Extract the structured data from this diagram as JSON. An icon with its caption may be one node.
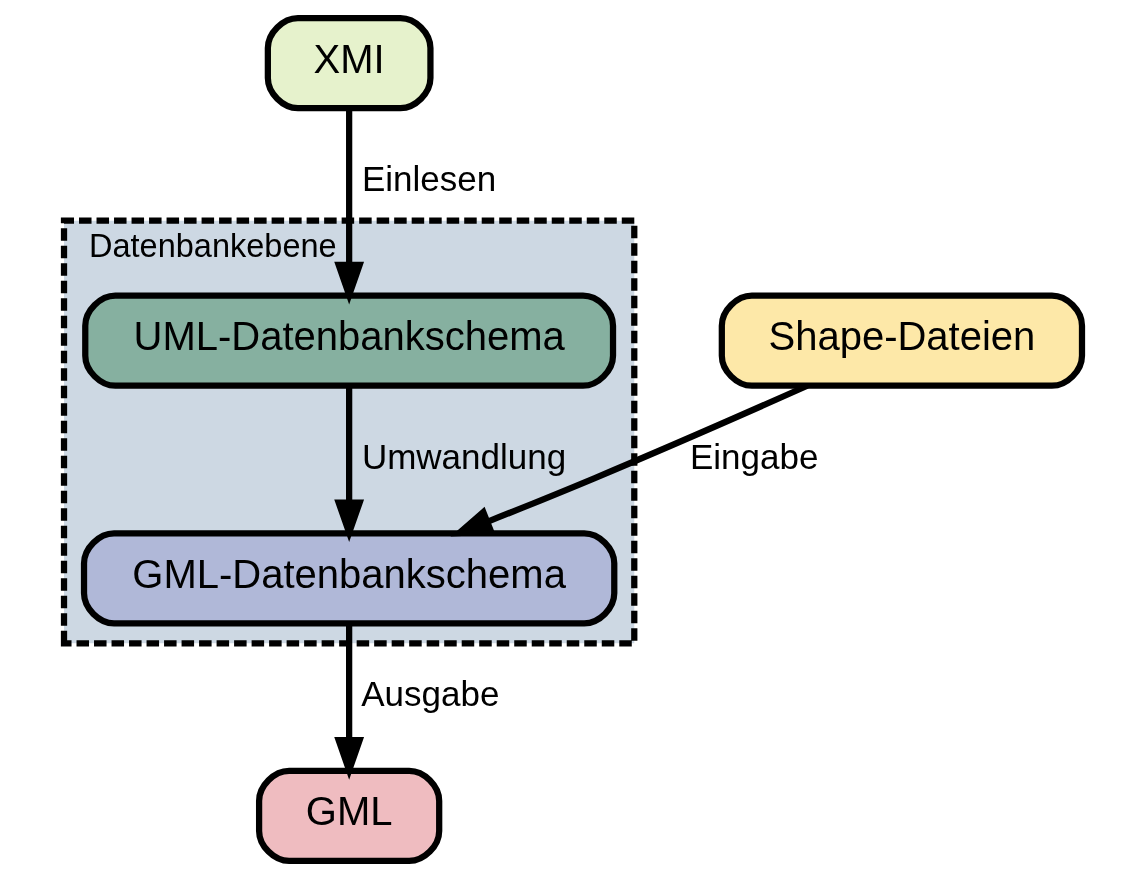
{
  "diagram": {
    "nodes": [
      {
        "text": [
          "XMI"
        ]
      },
      {
        "text": [
          "Datenbankebene"
        ]
      },
      {
        "text": [
          "UML-Datenbankschema"
        ],
        "in": 1
      },
      {
        "text": [
          "GML-Datenbankschema"
        ],
        "in": 1
      },
      {
        "text": [
          "Shape-Dateien"
        ]
      },
      {
        "text": [
          "GML"
        ]
      }
    ],
    "edges": [
      {
        "from": 0,
        "to": 2,
        "arrow": "to",
        "label": "Einlesen"
      },
      {
        "from": 2,
        "to": 3,
        "arrow": "to",
        "label": "Umwandlung"
      },
      {
        "from": 4,
        "to": 3,
        "arrow": "to",
        "label": "Eingabe"
      },
      {
        "from": 3,
        "to": 5,
        "arrow": "to",
        "label": "Ausgabe"
      }
    ]
  }
}
